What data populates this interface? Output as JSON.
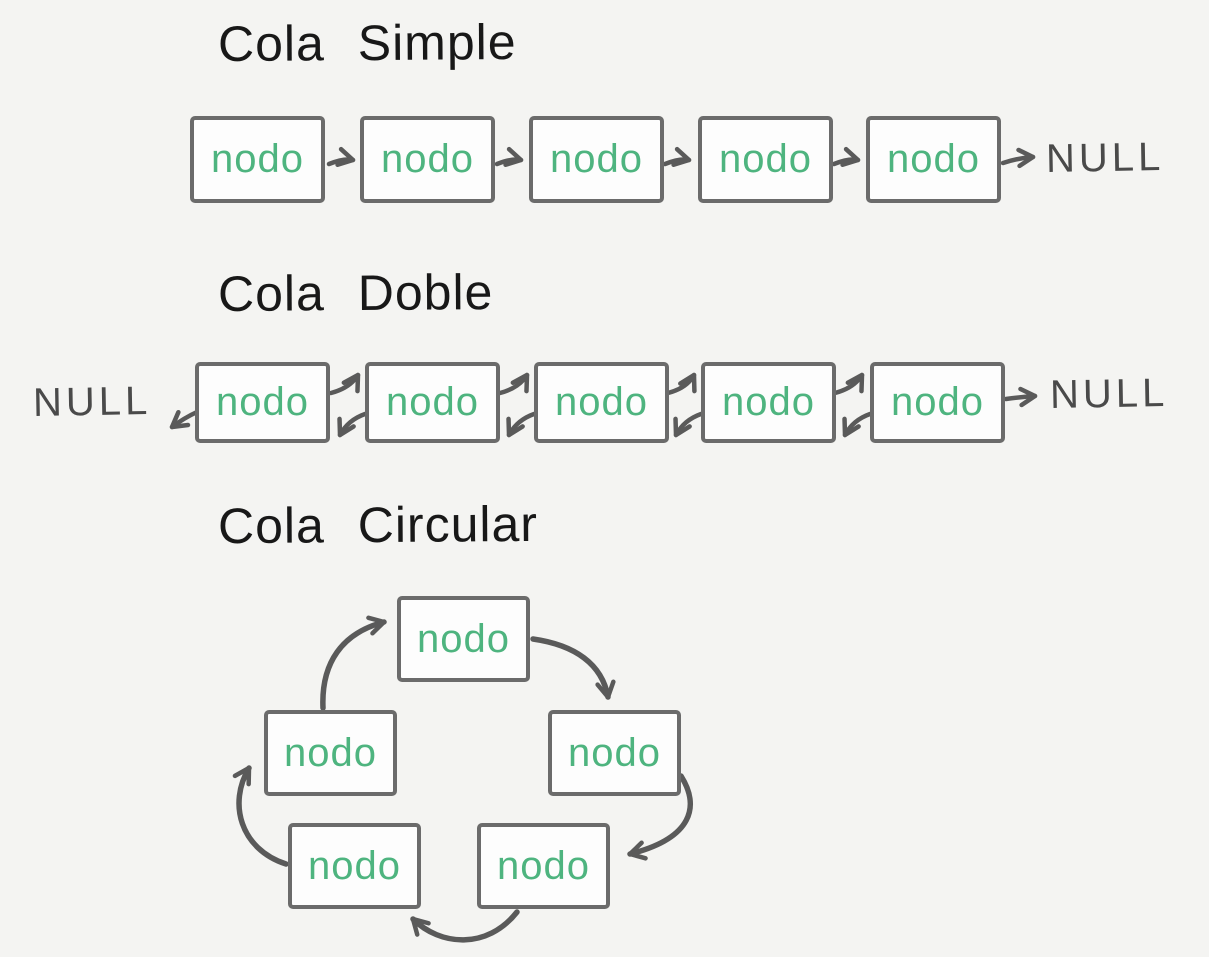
{
  "diagram": {
    "kind": "hand-drawn sketch of queue data structures",
    "colors": {
      "background": "#f4f4f2",
      "box_border": "#6b6b6b",
      "box_fill": "#fdfdfd",
      "arrow": "#5a5a5a",
      "title_text": "#181818",
      "null_text": "#4a4a4a",
      "node_text": "#4eb47f"
    },
    "sections": [
      {
        "title": "Cola Simple",
        "nodes": [
          "nodo",
          "nodo",
          "nodo",
          "nodo",
          "nodo"
        ],
        "terminators": {
          "right": "NULL"
        },
        "arrow_pattern": "single right-pointing arrow between nodes, last node points to NULL"
      },
      {
        "title": "Cola Doble",
        "nodes": [
          "nodo",
          "nodo",
          "nodo",
          "nodo",
          "nodo"
        ],
        "terminators": {
          "left": "NULL",
          "right": "NULL"
        },
        "arrow_pattern": "paired arrows (right on top, left below) between nodes, both ends point to NULL"
      },
      {
        "title": "Cola Circular",
        "nodes": [
          "nodo",
          "nodo",
          "nodo",
          "nodo",
          "nodo"
        ],
        "arrow_pattern": "curved arrows forming a clockwise cycle through all five nodes"
      }
    ]
  }
}
